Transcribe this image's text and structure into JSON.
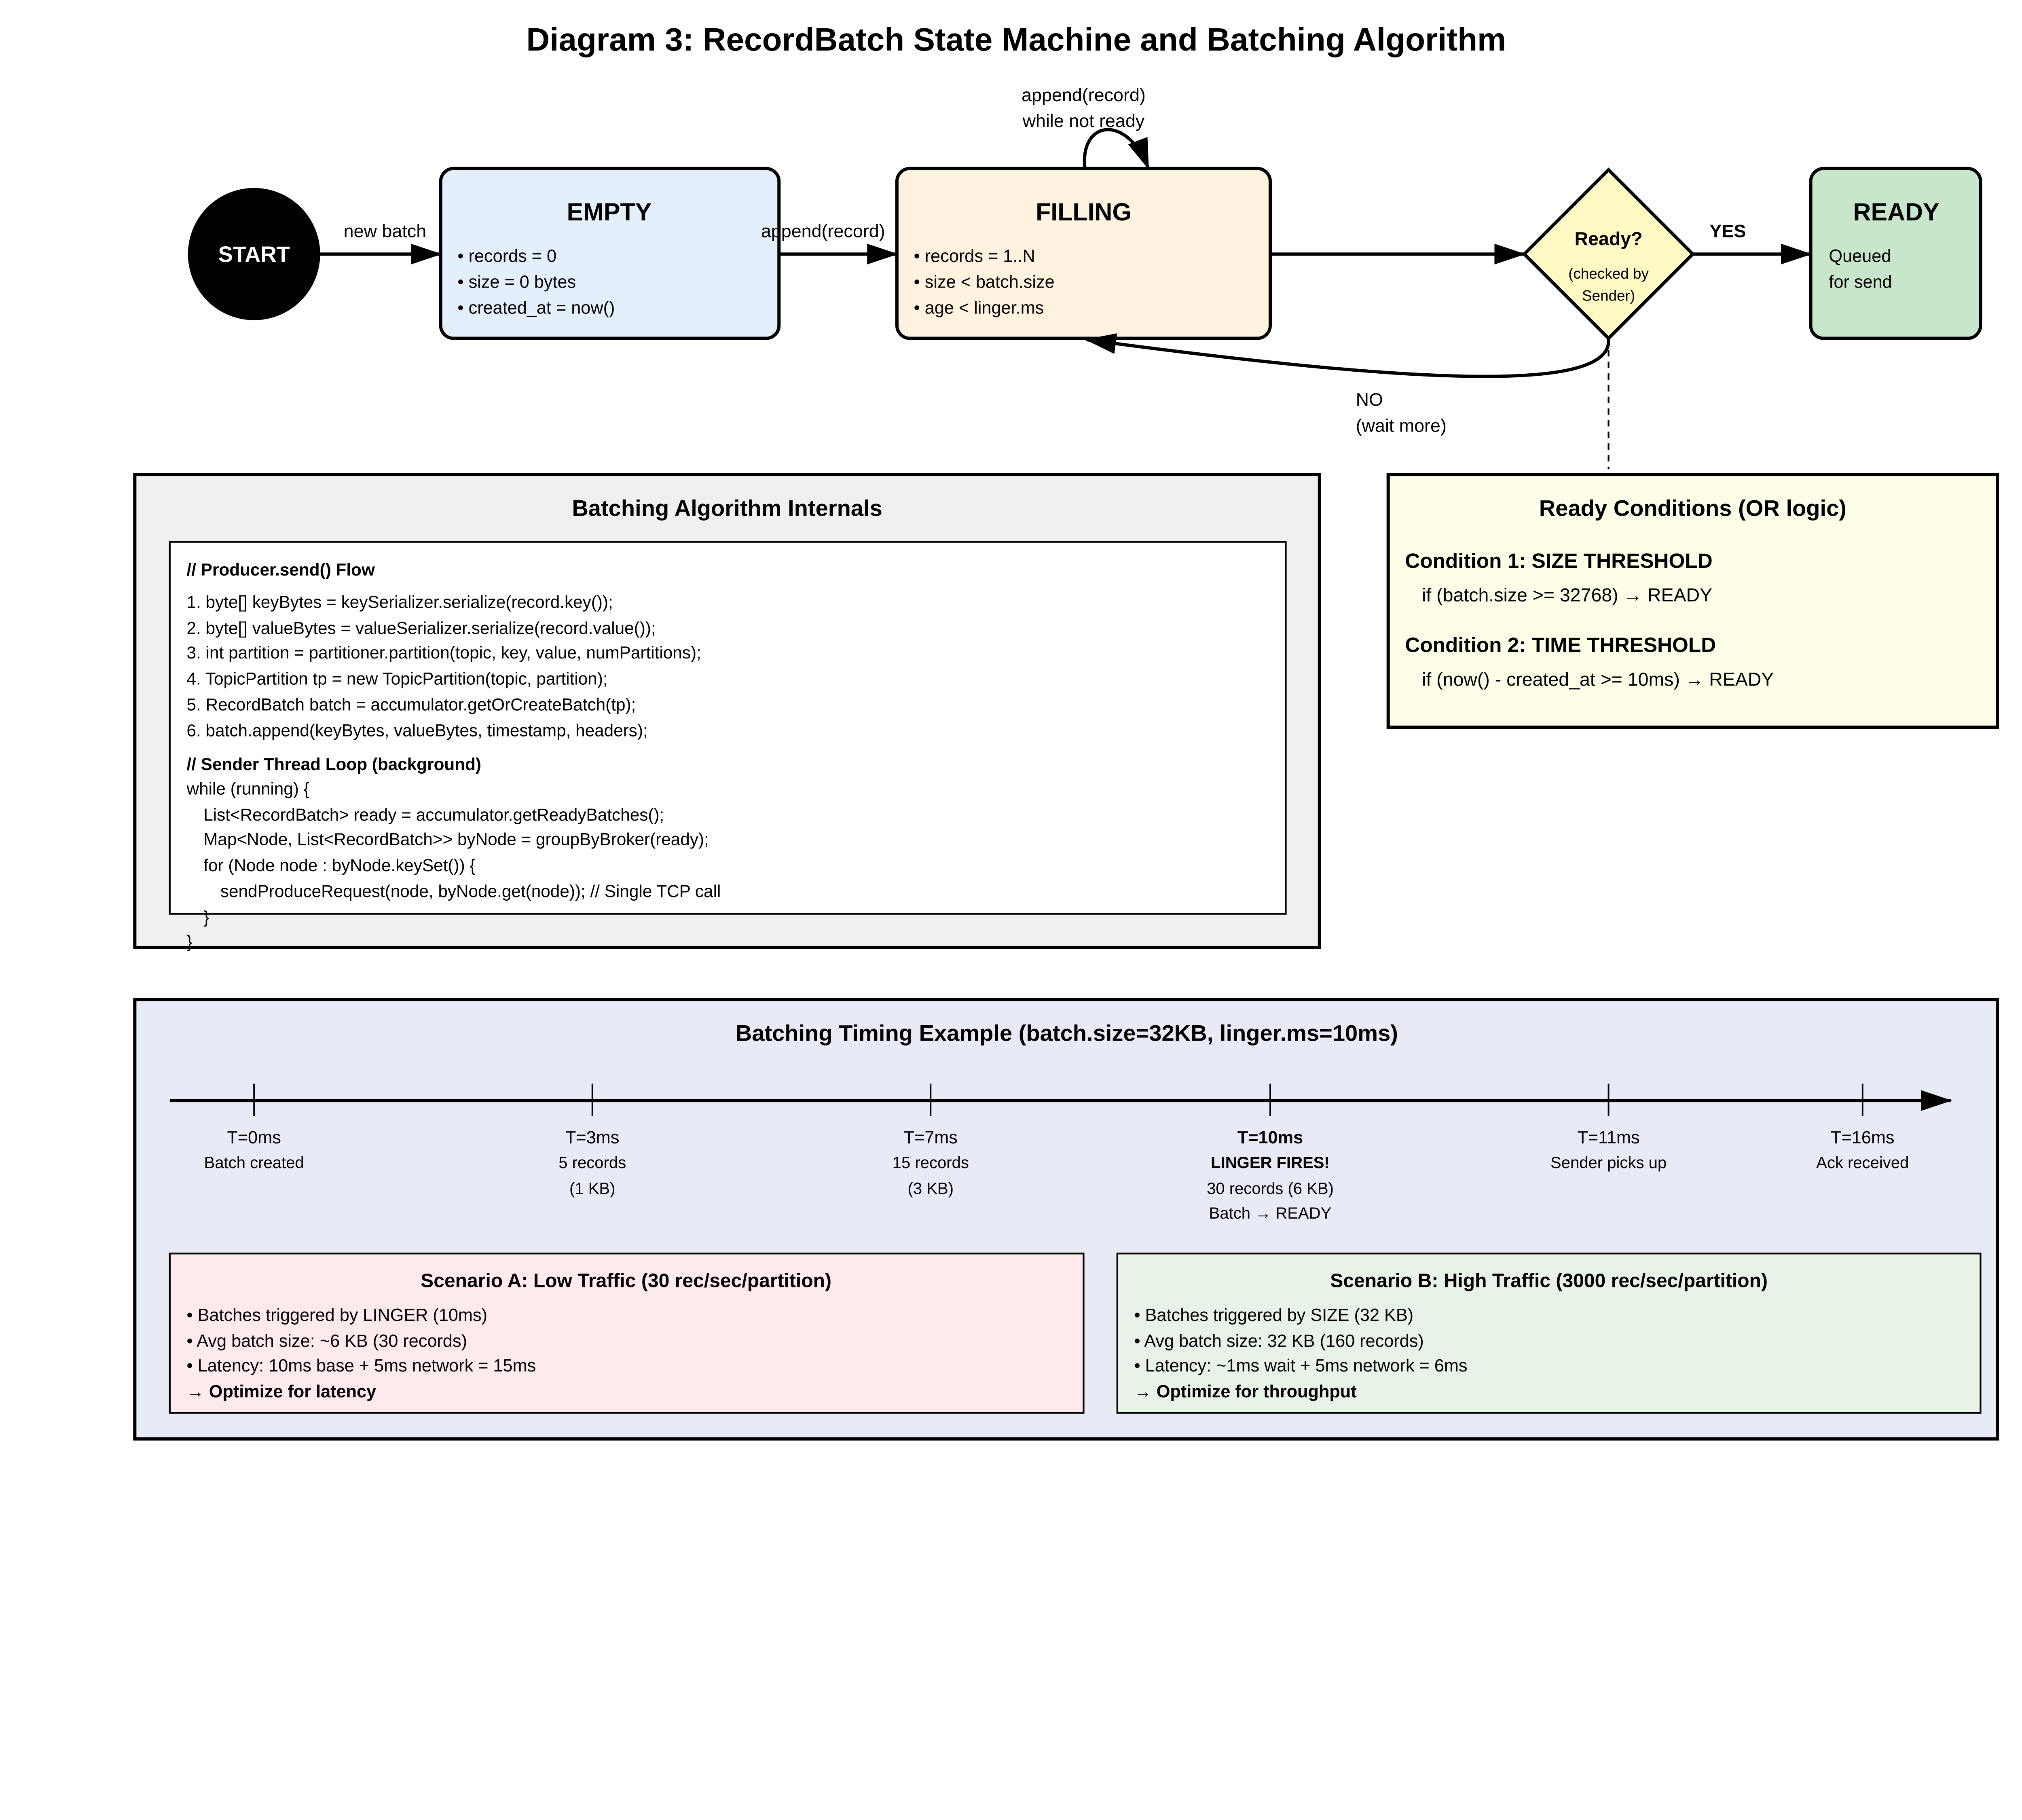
{
  "title": "Diagram 3: RecordBatch State Machine and Batching Algorithm",
  "state_machine": {
    "start": "START",
    "new_batch_label": "new batch",
    "append_label": "append(record)",
    "self_loop_label": [
      "append(record)",
      "while not ready"
    ],
    "empty": {
      "title": "EMPTY",
      "lines": [
        "• records = 0",
        "• size = 0 bytes",
        "• created_at = now()"
      ],
      "fill": "#e3f0fb"
    },
    "filling": {
      "title": "FILLING",
      "lines": [
        "• records = 1..N",
        "• size < batch.size",
        "• age < linger.ms"
      ],
      "fill": "#fff3e0"
    },
    "decision": {
      "title": "Ready?",
      "lines": [
        "(checked by",
        "Sender)"
      ],
      "fill": "#fff9c4"
    },
    "yes_label": "YES",
    "no_label": [
      "NO",
      "(wait more)"
    ],
    "ready": {
      "title": "READY",
      "lines": [
        "Queued",
        "for send"
      ],
      "fill": "#c8e6c9"
    }
  },
  "internals": {
    "title": "Batching Algorithm Internals",
    "header1": "// Producer.send() Flow",
    "flow": [
      "1. byte[] keyBytes = keySerializer.serialize(record.key());",
      "2. byte[] valueBytes = valueSerializer.serialize(record.value());",
      "3. int partition = partitioner.partition(topic, key, value, numPartitions);",
      "4. TopicPartition tp = new TopicPartition(topic, partition);",
      "5. RecordBatch batch = accumulator.getOrCreateBatch(tp);",
      "6. batch.append(keyBytes, valueBytes, timestamp, headers);"
    ],
    "header2": "// Sender Thread Loop (background)",
    "loop": [
      "while (running) {",
      "List<RecordBatch> ready = accumulator.getReadyBatches();",
      "Map<Node, List<RecordBatch>> byNode = groupByBroker(ready);",
      "for (Node node : byNode.keySet()) {",
      "sendProduceRequest(node, byNode.get(node)); // Single TCP call",
      "}",
      "}"
    ]
  },
  "conditions": {
    "title": "Ready Conditions (OR logic)",
    "c1_title": "Condition 1: SIZE THRESHOLD",
    "c1_rule": "if (batch.size >= 32768) → READY",
    "c2_title": "Condition 2: TIME THRESHOLD",
    "c2_rule": "if (now() - created_at >= 10ms) → READY"
  },
  "timing": {
    "title": "Batching Timing Example (batch.size=32KB, linger.ms=10ms)",
    "ticks": [
      {
        "label": "T=0ms",
        "lines": [
          "Batch created"
        ]
      },
      {
        "label": "T=3ms",
        "lines": [
          "5 records",
          "(1 KB)"
        ]
      },
      {
        "label": "T=7ms",
        "lines": [
          "15 records",
          "(3 KB)"
        ]
      },
      {
        "label": "T=10ms",
        "lines": [
          "LINGER FIRES!",
          "30 records (6 KB)",
          "Batch → READY"
        ]
      },
      {
        "label": "T=11ms",
        "lines": [
          "Sender picks up"
        ]
      },
      {
        "label": "T=16ms",
        "lines": [
          "Ack received"
        ]
      }
    ],
    "scenario_a": {
      "title": "Scenario A: Low Traffic (30 rec/sec/partition)",
      "lines": [
        "• Batches triggered by LINGER (10ms)",
        "• Avg batch size: ~6 KB (30 records)",
        "• Latency: 10ms base + 5ms network = 15ms"
      ],
      "conclusion": "→ Optimize for latency",
      "fill": "#fdeaec"
    },
    "scenario_b": {
      "title": "Scenario B: High Traffic (3000 rec/sec/partition)",
      "lines": [
        "• Batches triggered by SIZE (32 KB)",
        "• Avg batch size: 32 KB (160 records)",
        "• Latency: ~1ms wait + 5ms network = 6ms"
      ],
      "conclusion": "→ Optimize for throughput",
      "fill": "#e6f3e6"
    }
  }
}
